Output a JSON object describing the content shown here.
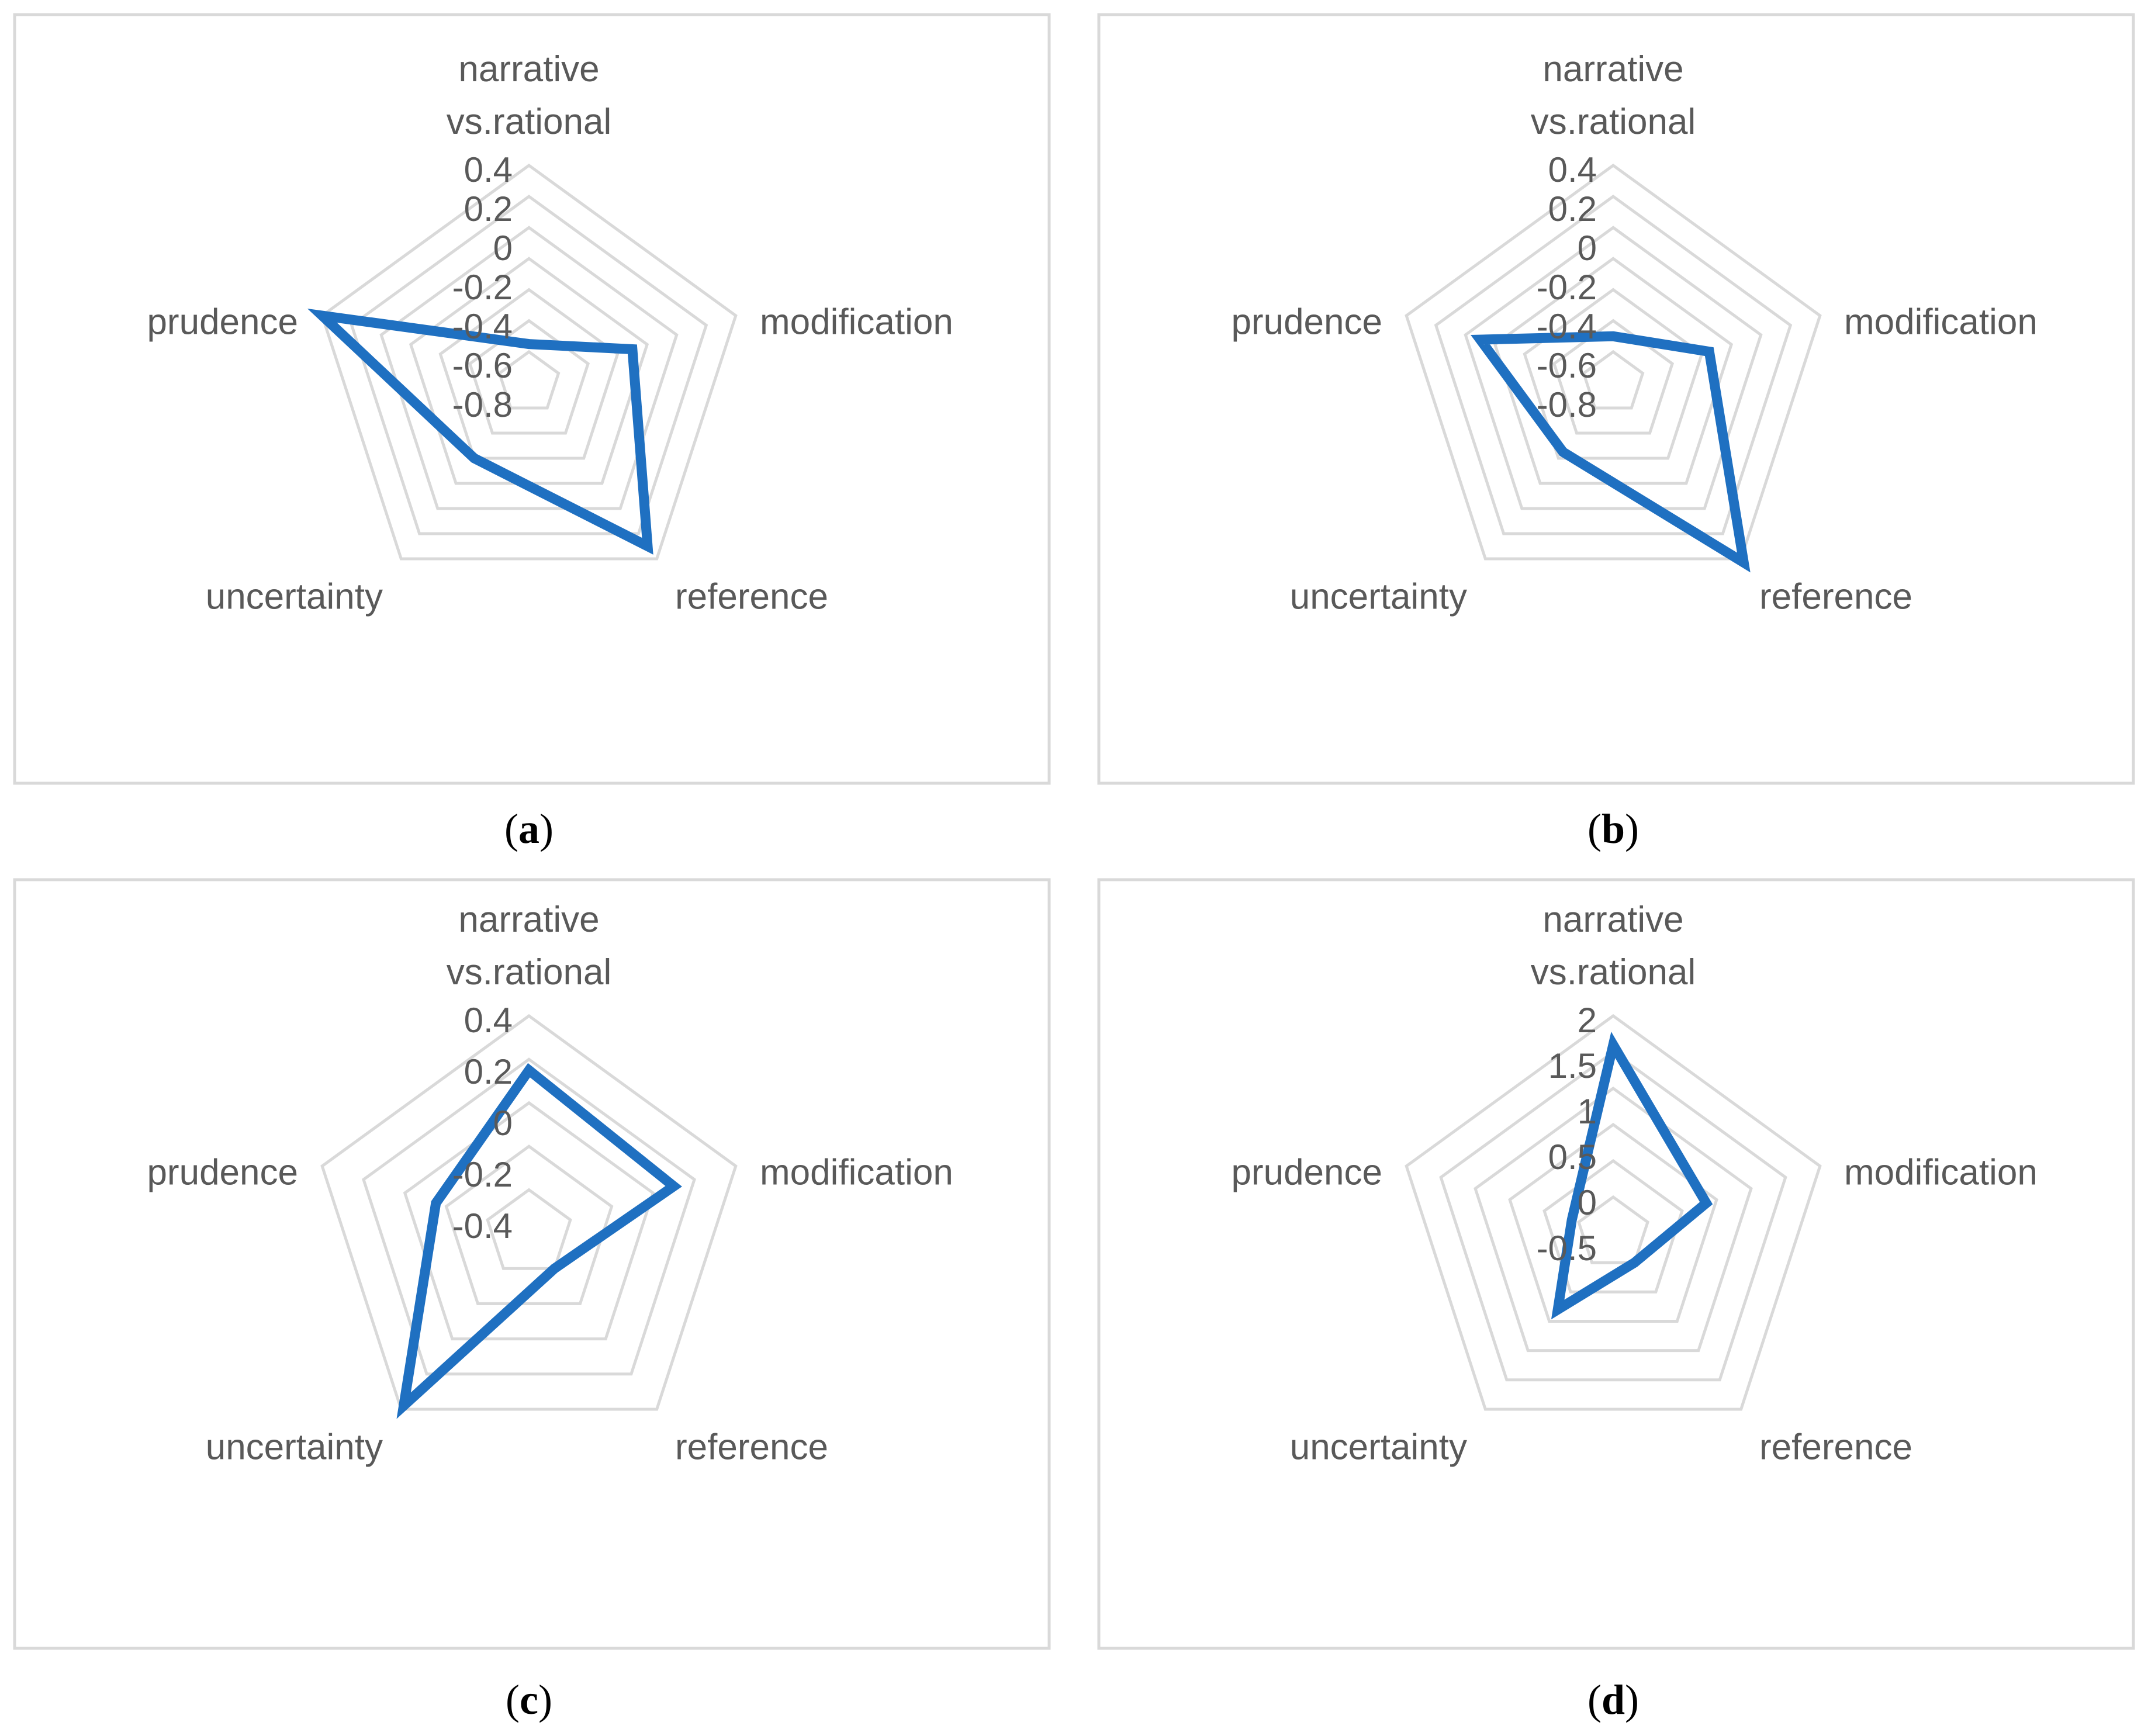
{
  "chart_data": [
    {
      "type": "radar",
      "panel_label": "a",
      "axes": [
        "narrative vs.rational",
        "modification",
        "reference",
        "uncertainty",
        "prudence"
      ],
      "tick_labels": [
        "0.4",
        "0.2",
        "0",
        "-0.2",
        "-0.4",
        "-0.6",
        "-0.8"
      ],
      "range": [
        -1.0,
        0.4
      ],
      "grid": true,
      "series": [
        {
          "values": [
            -0.75,
            -0.3,
            0.3,
            -0.4,
            0.4
          ],
          "color": "#1F70C1"
        }
      ]
    },
    {
      "type": "radar",
      "panel_label": "b",
      "axes": [
        "narrative vs.rational",
        "modification",
        "reference",
        "uncertainty",
        "prudence"
      ],
      "tick_labels": [
        "0.4",
        "0.2",
        "0",
        "-0.2",
        "-0.4",
        "-0.6",
        "-0.8"
      ],
      "range": [
        -1.0,
        0.4
      ],
      "grid": true,
      "series": [
        {
          "values": [
            -0.7,
            -0.35,
            0.43,
            -0.45,
            -0.1
          ],
          "color": "#1F70C1"
        }
      ]
    },
    {
      "type": "radar",
      "panel_label": "c",
      "axes": [
        "narrative vs.rational",
        "modification",
        "reference",
        "uncertainty",
        "prudence"
      ],
      "tick_labels": [
        "0.4",
        "0.2",
        "0",
        "-0.2",
        "-0.4"
      ],
      "range": [
        -0.6,
        0.4
      ],
      "grid": true,
      "series": [
        {
          "values": [
            0.15,
            0.1,
            -0.4,
            0.38,
            -0.15
          ],
          "color": "#1F70C1"
        }
      ]
    },
    {
      "type": "radar",
      "panel_label": "d",
      "axes": [
        "narrative vs.rational",
        "modification",
        "reference",
        "uncertainty",
        "prudence"
      ],
      "tick_labels": [
        "2",
        "1.5",
        "1",
        "0.5",
        "0",
        "-0.5"
      ],
      "range": [
        -1.0,
        2.0
      ],
      "grid": true,
      "series": [
        {
          "values": [
            1.6,
            0.35,
            -0.5,
            0.3,
            -0.4
          ],
          "color": "#1F70C1"
        }
      ]
    }
  ],
  "style": {
    "series_color": "#1F70C1",
    "grid_color": "#D9D9D9",
    "text_color": "#595959"
  }
}
